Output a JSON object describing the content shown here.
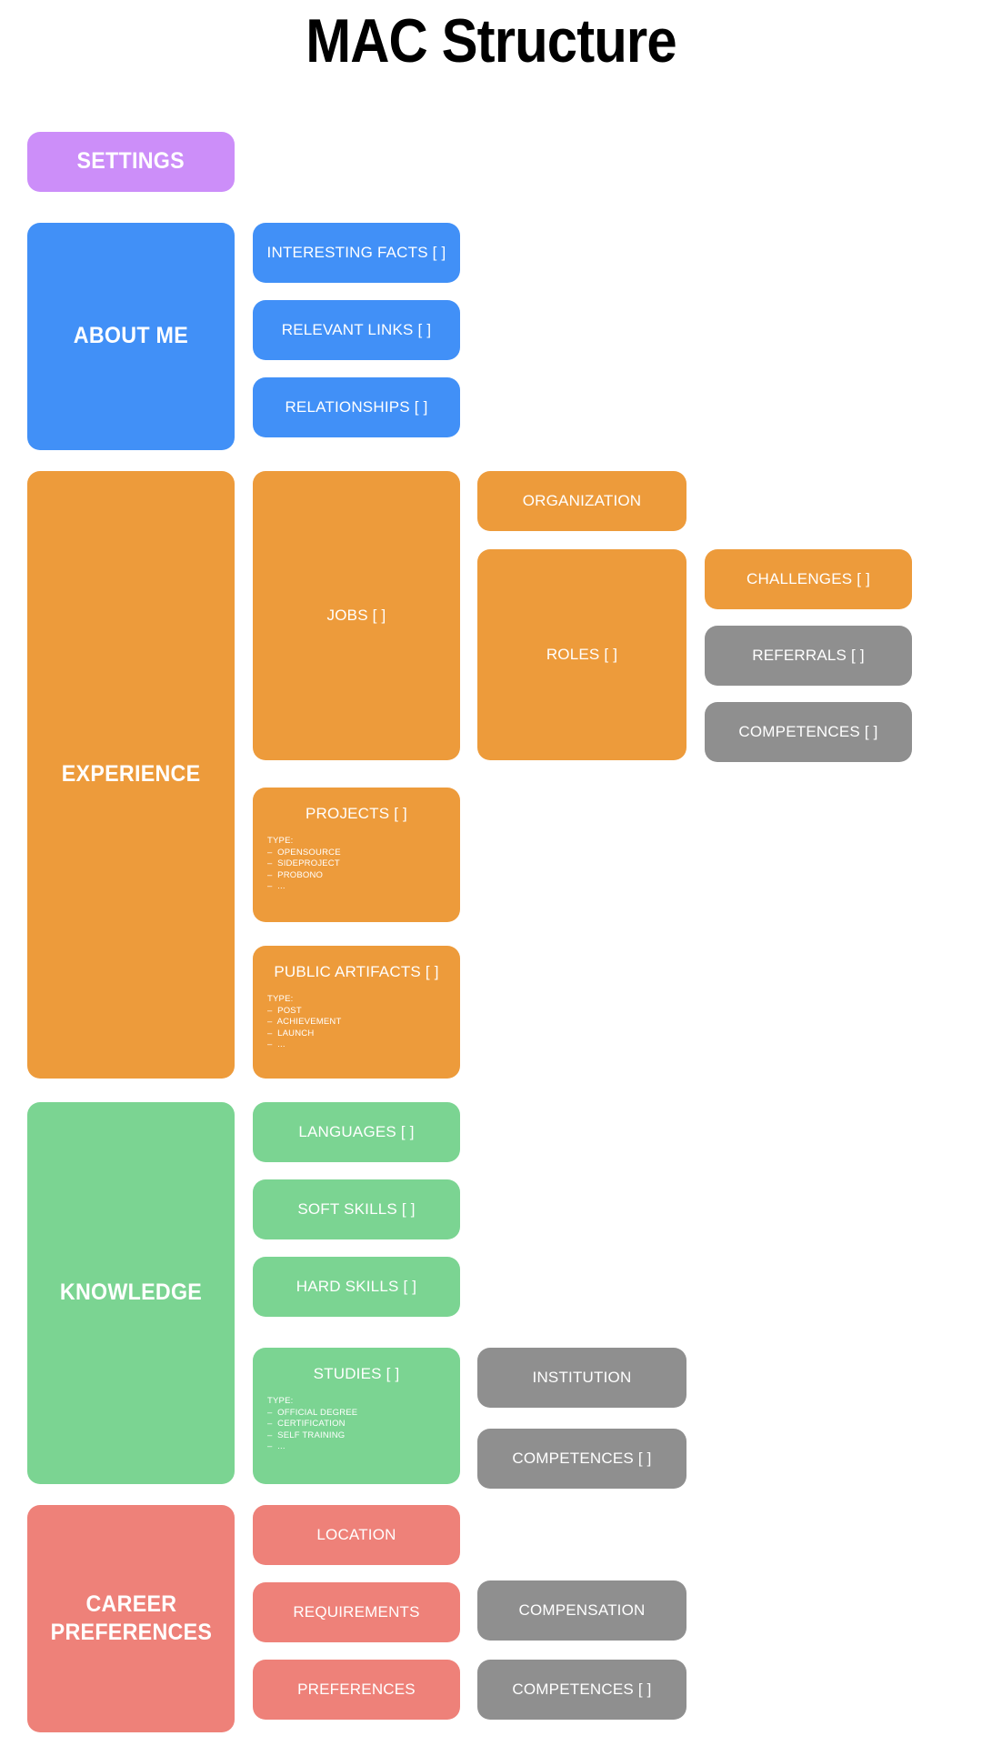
{
  "page": {
    "title": "MAC Structure",
    "background": "#ffffff"
  },
  "colors": {
    "purple": "#cc8ef9",
    "blue": "#4190f7",
    "orange": "#ed9b3b",
    "green": "#7bd492",
    "red": "#ee8179",
    "grey": "#8f8f8f",
    "text": "#ffffff",
    "title": "#000000"
  },
  "sections": {
    "settings": {
      "label": "SETTINGS"
    },
    "about_me": {
      "label": "ABOUT ME",
      "children": [
        {
          "label": "INTERESTING FACTS [ ]"
        },
        {
          "label": "RELEVANT LINKS [ ]"
        },
        {
          "label": "RELATIONSHIPS [ ]"
        }
      ]
    },
    "experience": {
      "label": "EXPERIENCE",
      "jobs": {
        "label": "JOBS [ ]"
      },
      "organization": {
        "label": "ORGANIZATION"
      },
      "roles": {
        "label": "ROLES [ ]"
      },
      "challenges": {
        "label": "CHALLENGES [ ]"
      },
      "referrals": {
        "label": "REFERRALS [ ]"
      },
      "competences": {
        "label": "COMPETENCES [ ]"
      },
      "projects": {
        "label": "PROJECTS [ ]",
        "type_heading": "TYPE:",
        "types": [
          "–  OPENSOURCE",
          "–  SIDEPROJECT",
          "–  PROBONO",
          "–  ..."
        ]
      },
      "public_artifacts": {
        "label": "PUBLIC ARTIFACTS [ ]",
        "type_heading": "TYPE:",
        "types": [
          "–  POST",
          "–  ACHIEVEMENT",
          "–  LAUNCH",
          "–  ..."
        ]
      }
    },
    "knowledge": {
      "label": "KNOWLEDGE",
      "languages": {
        "label": "LANGUAGES [ ]"
      },
      "soft_skills": {
        "label": "SOFT SKILLS [ ]"
      },
      "hard_skills": {
        "label": "HARD SKILLS [ ]"
      },
      "studies": {
        "label": "STUDIES [ ]",
        "type_heading": "TYPE:",
        "types": [
          "–  OFFICIAL DEGREE",
          "–  CERTIFICATION",
          "–  SELF TRAINING",
          "–  ..."
        ]
      },
      "institution": {
        "label": "INSTITUTION"
      },
      "competences": {
        "label": "COMPETENCES [ ]"
      }
    },
    "career_preferences": {
      "label": "CAREER\nPREFERENCES",
      "label_line1": "CAREER",
      "label_line2": "PREFERENCES",
      "location": {
        "label": "LOCATION"
      },
      "requirements": {
        "label": "REQUIREMENTS"
      },
      "preferences": {
        "label": "PREFERENCES"
      },
      "compensation": {
        "label": "COMPENSATION"
      },
      "competences": {
        "label": "COMPETENCES [ ]"
      }
    }
  }
}
